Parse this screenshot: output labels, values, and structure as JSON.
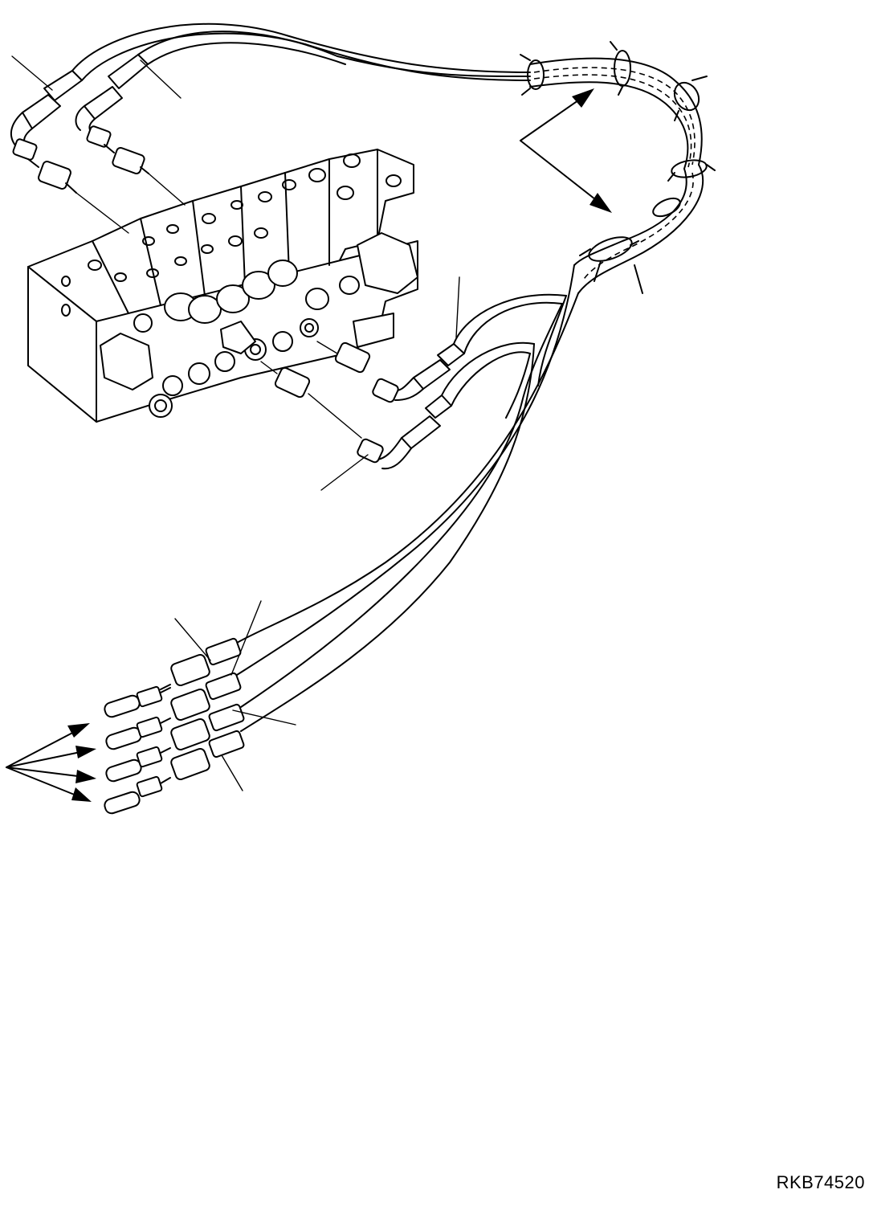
{
  "figure": {
    "drawing_code": "RKB74520"
  },
  "parts": {
    "valve": "control-valve",
    "hose_bundle": "hose-bundle",
    "clamps": "hose-clamp"
  }
}
